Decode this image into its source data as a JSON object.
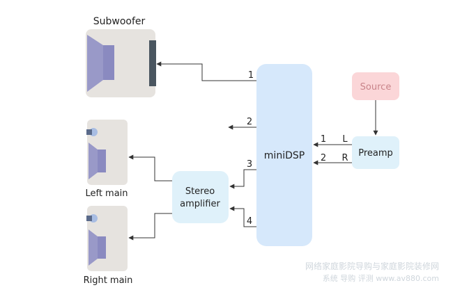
{
  "labels": {
    "subwoofer": "Subwoofer",
    "left_main": "Left main",
    "right_main": "Right main",
    "source": "Source",
    "preamp": "Preamp",
    "minidsp": "miniDSP",
    "amp_line1": "Stereo",
    "amp_line2": "amplifier"
  },
  "dsp_outputs": [
    "1",
    "2",
    "3",
    "4"
  ],
  "dsp_inputs": [
    "1",
    "2"
  ],
  "preamp_channels": [
    "L",
    "R"
  ],
  "watermark": {
    "line1": "网络家庭影院导购与家庭影院装修网",
    "line2": "系统 导购 评测 www.av880.com"
  },
  "colors": {
    "blue_box": "#d6e8fb",
    "amp_box": "#dff1fa",
    "source_box": "#fbd6d8",
    "source_text": "#c9848a",
    "cabinet": "#e6e3df",
    "driver": "#9999c8",
    "driver_dark": "#8080b8",
    "panel": "#4a5660",
    "arrow": "#333333"
  }
}
